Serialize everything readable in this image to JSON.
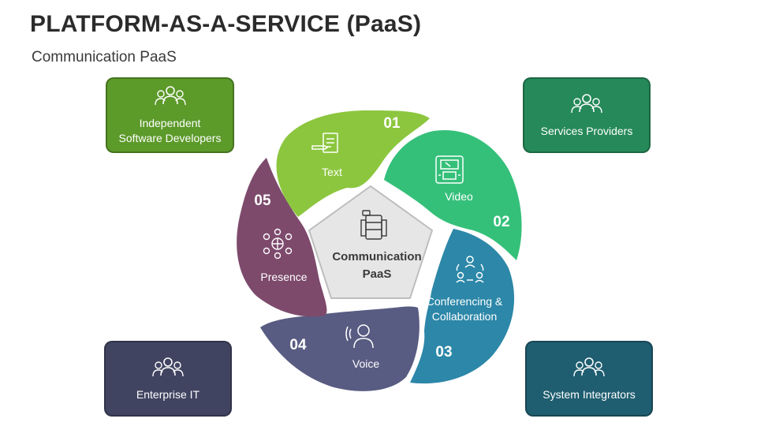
{
  "title": "PLATFORM-AS-A-SERVICE (PaaS)",
  "subtitle": "Communication PaaS",
  "center": {
    "line1": "Communication",
    "line2": "PaaS",
    "icon": "server-stack-icon"
  },
  "petals": [
    {
      "number": "01",
      "label": "Text",
      "color": "#8cc63e",
      "icon": "document-pen-icon"
    },
    {
      "number": "02",
      "label": "Video",
      "color": "#35c07a",
      "icon": "video-player-icon"
    },
    {
      "number": "03",
      "label_line1": "Conferencing &",
      "label_line2": "Collaboration",
      "color": "#2c87a8",
      "icon": "collaboration-cycle-icon"
    },
    {
      "number": "04",
      "label": "Voice",
      "color": "#585c82",
      "icon": "person-voice-icon"
    },
    {
      "number": "05",
      "label": "Presence",
      "color": "#7d4a6c",
      "icon": "global-network-icon"
    }
  ],
  "boxes": [
    {
      "label": "Independent\nSoftware Developers",
      "color": "#5c9a2a",
      "icon": "people-group-icon"
    },
    {
      "label": "Services Providers",
      "color": "#26895a",
      "icon": "people-group-icon"
    },
    {
      "label": "Enterprise IT",
      "color": "#414461",
      "icon": "people-group-icon"
    },
    {
      "label": "System Integrators",
      "color": "#1f5e70",
      "icon": "people-group-icon"
    }
  ]
}
